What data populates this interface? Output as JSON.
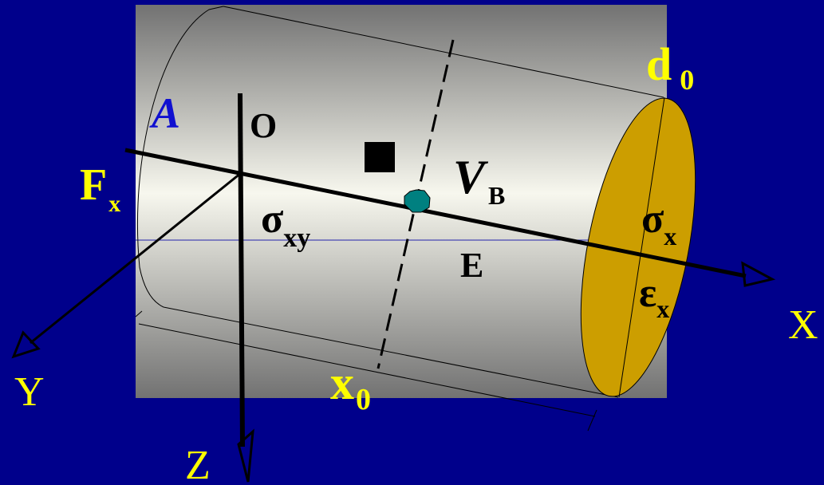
{
  "colors": {
    "background": "#00008b",
    "panel_light": "#f7f7ee",
    "panel_dark": "#727272",
    "end_face": "#cc9e00",
    "particle": "#008080",
    "label_yellow": "#ffff00",
    "label_blue": "#1010d0",
    "label_black": "#000000"
  },
  "labels": {
    "area": "A",
    "origin": "O",
    "force_main": "F",
    "force_sub": "x",
    "volume_main": "V",
    "volume_sub": "B",
    "shear_main": "σ",
    "shear_sub": "xy",
    "modulus": "E",
    "stress_main": "σ",
    "stress_sub": "x",
    "strain_main": "ε",
    "strain_sub": "x",
    "diameter_main": "d",
    "diameter_sub": "0",
    "length_main": "x",
    "length_sub": "0",
    "axis_x": "X",
    "axis_y": "Y",
    "axis_z": "Z"
  },
  "icons": {
    "element_cube": "black-square",
    "particle": "teal-octagon"
  }
}
